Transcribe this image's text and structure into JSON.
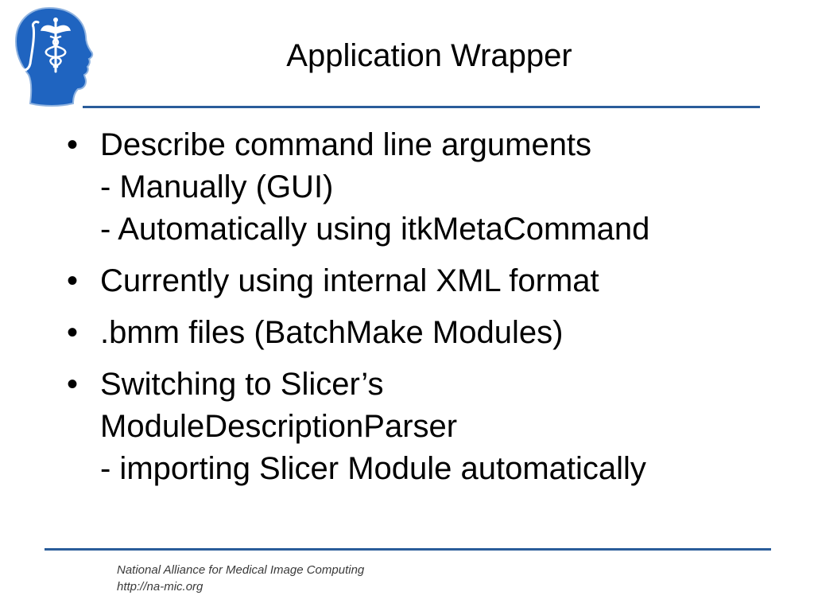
{
  "slide": {
    "title": "Application Wrapper",
    "bullet_char": "•",
    "bullets": [
      {
        "lines": [
          "Describe command line arguments",
          "- Manually (GUI)",
          "- Automatically using itkMetaCommand"
        ]
      },
      {
        "lines": [
          "Currently using internal XML format"
        ]
      },
      {
        "lines": [
          ".bmm files (BatchMake Modules)"
        ]
      },
      {
        "lines": [
          "Switching to Slicer’s",
          "ModuleDescriptionParser",
          "- importing Slicer Module automatically"
        ]
      }
    ]
  },
  "footer": {
    "organization": "National Alliance for Medical Image Computing",
    "url": "http://na-mic.org"
  },
  "logo": {
    "icon": "namic-head-logo-icon",
    "color": "#1f64c0"
  },
  "colors": {
    "rule": "#2a5c9a",
    "text": "#000000",
    "footer_text": "#3a3a3a"
  }
}
